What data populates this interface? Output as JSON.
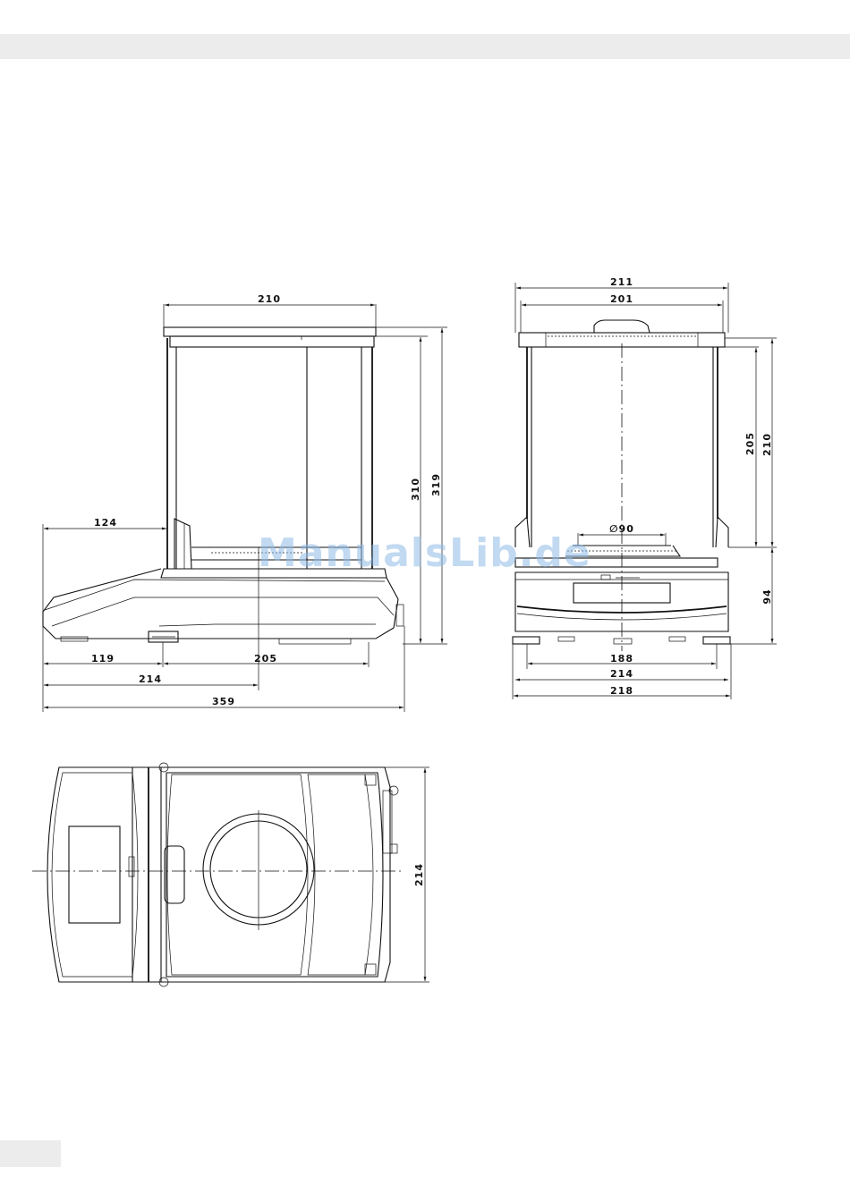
{
  "dimensions": {
    "side_view": {
      "top_width": "210",
      "height_front": "310",
      "height_total": "319",
      "pan_offset": "124",
      "foot_offset": "119",
      "foot_span": "205",
      "pan_center": "214",
      "total_depth": "359"
    },
    "front_view": {
      "outer_width": "211",
      "inner_width": "201",
      "chamber_height": "205",
      "chamber_height_total": "210",
      "pan_diameter": "∅90",
      "base_height": "94",
      "foot_width": "188",
      "base_width": "214",
      "total_width": "218"
    },
    "top_view": {
      "depth": "214"
    }
  },
  "watermark": "ManualsLib.de",
  "colors": {
    "line": "#111111",
    "band": "#ececec",
    "watermark": "#8fbbe6"
  }
}
